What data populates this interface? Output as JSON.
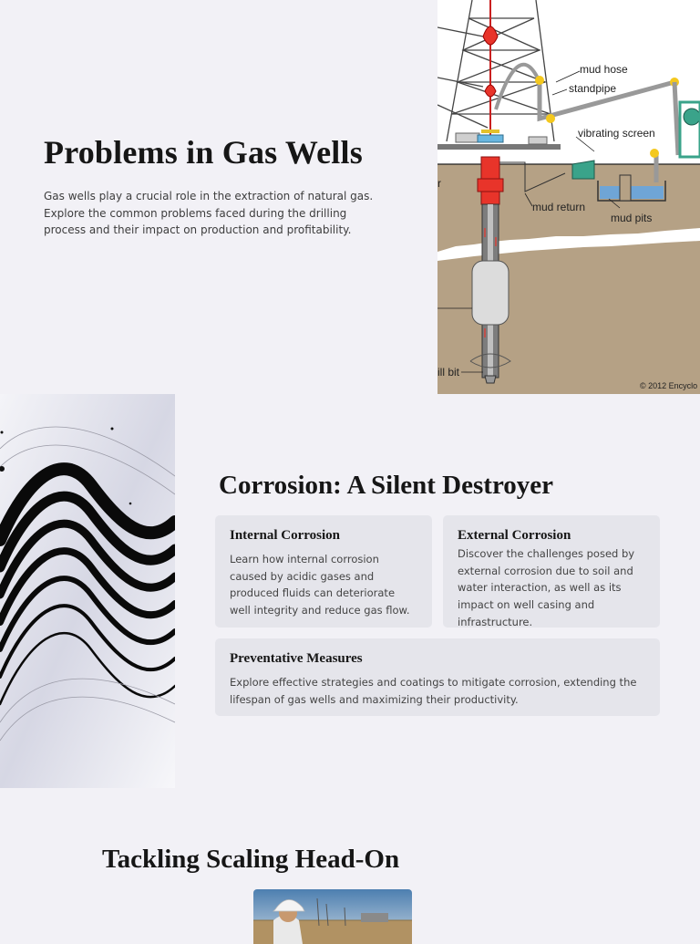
{
  "hero": {
    "title": "Problems in Gas Wells",
    "description": "Gas wells play a crucial role in the extraction of natural gas. Explore the common problems faced during the drilling process and their impact on production and profitability."
  },
  "rig_diagram": {
    "labels": {
      "mud_hose": "mud hose",
      "standpipe": "standpipe",
      "vibrating_screen": "vibrating screen",
      "mud_return": "mud return",
      "mud_pits": "mud pits",
      "drill_bit": "ill bit",
      "left_partial": "r",
      "copyright": "© 2012 Encyclo"
    }
  },
  "corrosion": {
    "title": "Corrosion: A Silent Destroyer",
    "cards": [
      {
        "title": "Internal Corrosion",
        "text": "Learn how internal corrosion caused by acidic gases and produced fluids can deteriorate well integrity and reduce gas flow."
      },
      {
        "title": "External Corrosion",
        "text": "Discover the challenges posed by external corrosion due to soil and water interaction, as well as its impact on well casing and infrastructure."
      },
      {
        "title": "Preventative Measures",
        "text": "Explore effective strategies and coatings to mitigate corrosion, extending the lifespan of gas wells and maximizing their productivity."
      }
    ]
  },
  "scaling": {
    "title": "Tackling Scaling Head-On"
  },
  "colors": {
    "background": "#f2f1f6",
    "card": "#e5e5eb",
    "heading": "#161616",
    "soil": "#b5a185",
    "equipment_red": "#e8342a",
    "accent_teal": "#3aa38a"
  }
}
